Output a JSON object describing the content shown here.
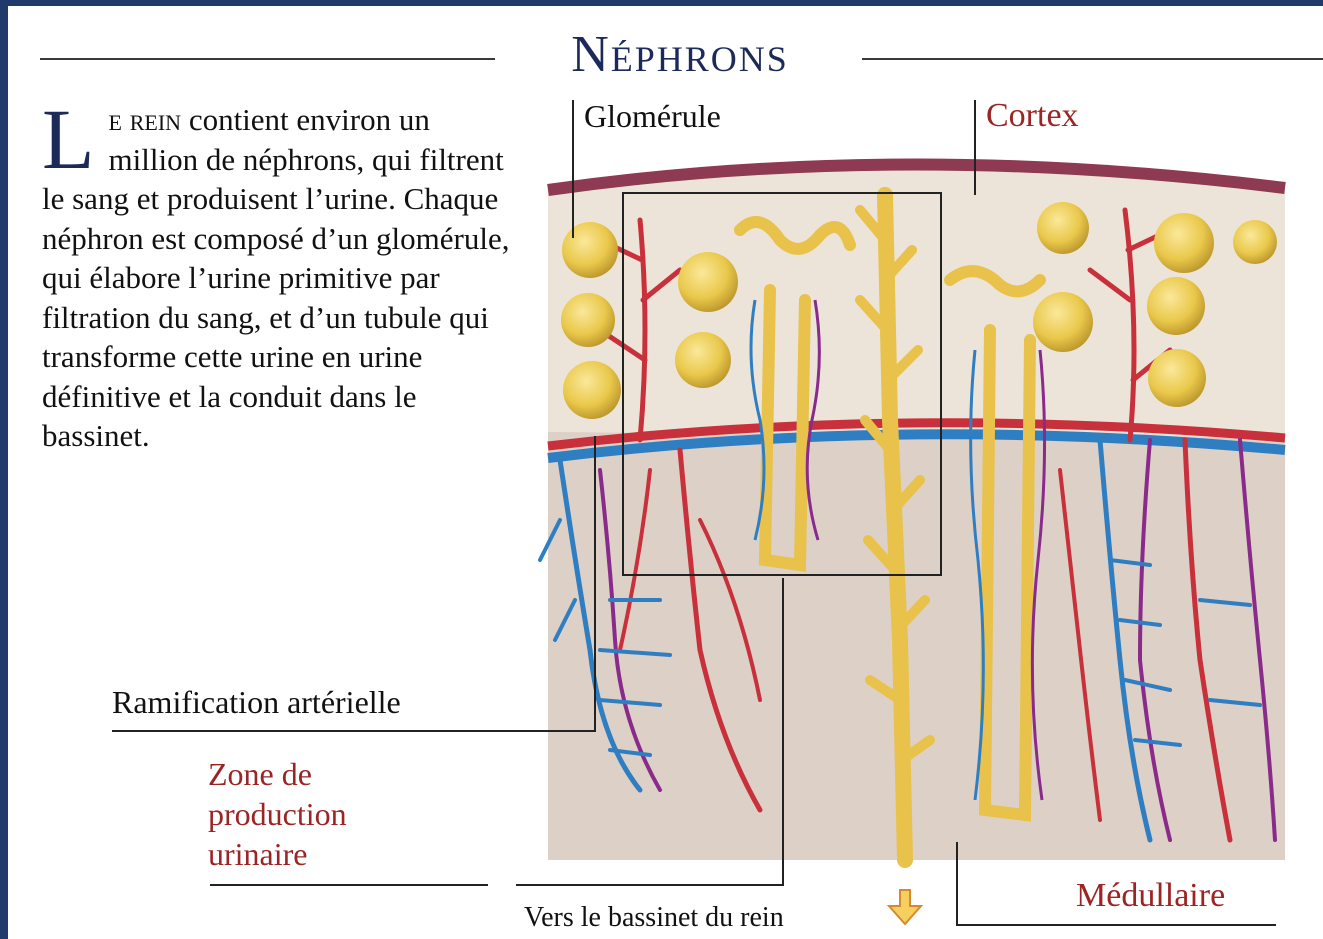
{
  "title": "Néphrons",
  "intro": {
    "dropcap": "L",
    "lead": "e rein",
    "text": " contient environ un million de néphrons, qui filtrent le sang et produisent l’urine. Chaque néphron est composé d’un glomérule, qui élabore l’urine primitive par filtration du sang, et d’un tubule qui transforme cette urine en urine définitive et la conduit dans le bassinet."
  },
  "labels": {
    "glomerule": "Glomérule",
    "cortex": "Cortex",
    "ramification": "Ramification artérielle",
    "zone_line1": "Zone de",
    "zone_line2": "production",
    "zone_line3": "urinaire",
    "bassinet": "Vers le bassinet du rein",
    "medullaire": "Médullaire"
  },
  "colors": {
    "frame": "#1f3a6b",
    "title": "#1c2a5a",
    "red_label": "#9b2424",
    "artery": "#c8313b",
    "vein": "#2f7ec2",
    "capillary": "#8a2a8a",
    "tubule": "#e8c24a",
    "glomerulus": "#e9c84a",
    "cortex_tissue": "#ece4d8",
    "medulla_tissue": "#ddd0c6",
    "capsule": "#8e3a52"
  }
}
